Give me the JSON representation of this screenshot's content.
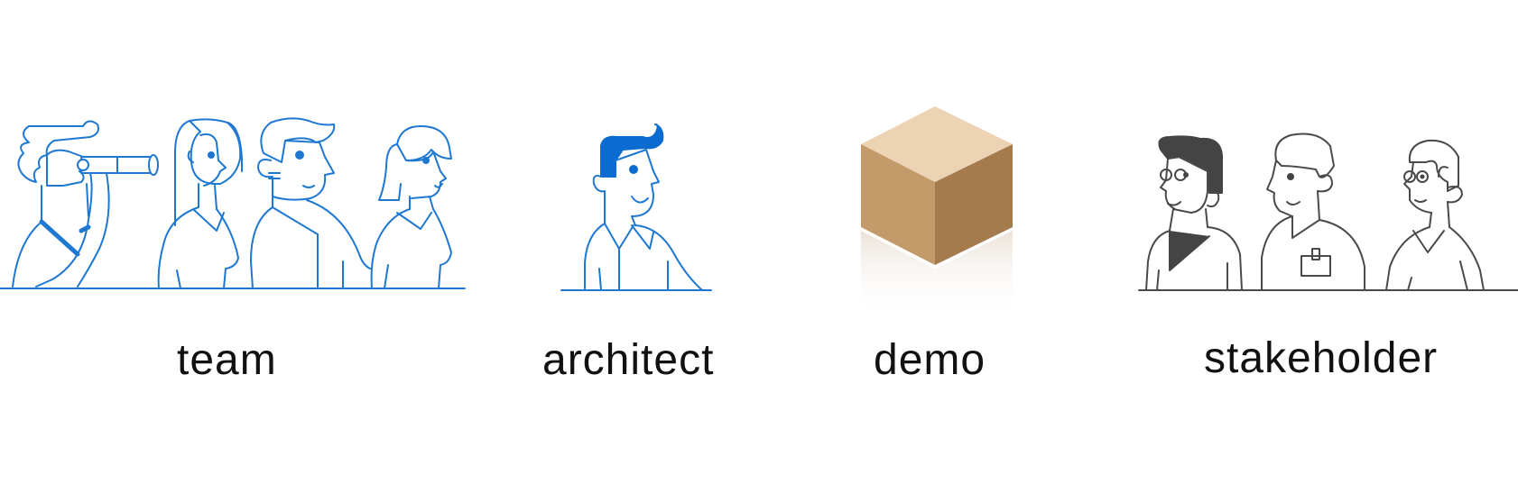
{
  "labels": {
    "team": "team",
    "architect": "architect",
    "demo": "demo",
    "stakeholder": "stakeholder"
  },
  "colors": {
    "team_stroke": "#1e78d2",
    "architect_accent": "#0b6bd1",
    "box_top": "#ecd3b4",
    "box_left": "#c39a6a",
    "box_right": "#a57a4d",
    "stakeholder_stroke": "#4a4a4a",
    "stakeholder_fill": "#444444"
  },
  "icons": {
    "team": "group-of-people-with-telescope-icon",
    "architect": "architect-person-icon",
    "demo": "cardboard-box-icon",
    "stakeholder": "three-stakeholders-icon"
  }
}
